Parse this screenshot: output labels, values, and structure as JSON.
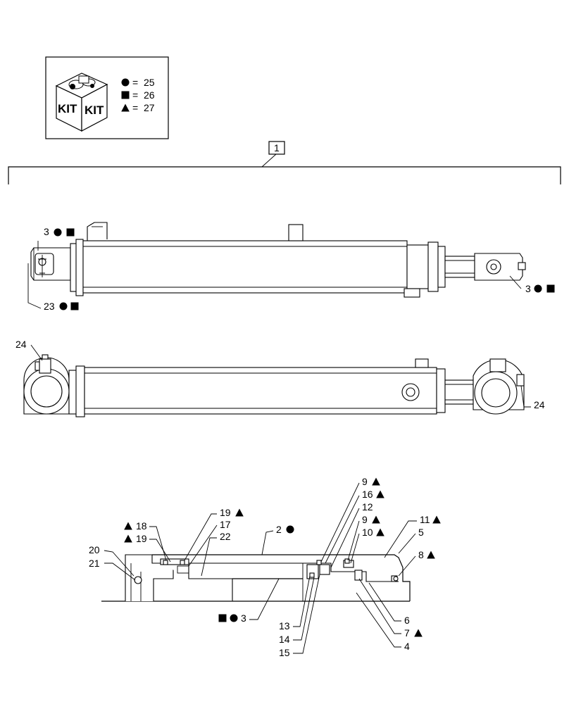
{
  "legend": {
    "kit_word": "KIT",
    "rows": [
      {
        "symbol": "circle",
        "eq": "=",
        "value": "25"
      },
      {
        "symbol": "square",
        "eq": "=",
        "value": "26"
      },
      {
        "symbol": "triangle",
        "eq": "=",
        "value": "27"
      }
    ]
  },
  "assembly_callout": "1",
  "callouts": {
    "c_3_top": "3",
    "c_23": "23",
    "c_3_right": "3",
    "c_24_left": "24",
    "c_24_right": "24",
    "c_9a": "9",
    "c_16": "16",
    "c_12": "12",
    "c_9b": "9",
    "c_10": "10",
    "c_11": "11",
    "c_5": "5",
    "c_8": "8",
    "c_19a": "19",
    "c_17": "17",
    "c_22": "22",
    "c_2": "2",
    "c_18": "18",
    "c_19b": "19",
    "c_20": "20",
    "c_21": "21",
    "c_3_bottom": "3",
    "c_13": "13",
    "c_14": "14",
    "c_15": "15",
    "c_6": "6",
    "c_7": "7",
    "c_4": "4"
  }
}
